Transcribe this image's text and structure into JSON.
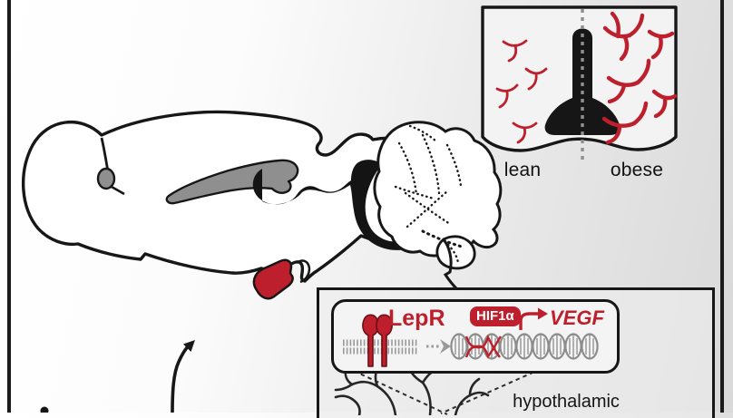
{
  "figure": {
    "type": "scientific-diagram",
    "subject": "mouse brain sagittal section with hypothalamic leptin signaling pathway"
  },
  "top_inset": {
    "left_label": "lean",
    "right_label": "obese"
  },
  "pathway": {
    "receptor_label": "LepR",
    "transcription_factor_label": "HIF1α",
    "target_gene_label": "VEGF"
  },
  "caption": {
    "bottom": "hypothalamic"
  },
  "colors": {
    "accent_red": "#bd1f2c",
    "ink": "#171717",
    "structure_gray": "#8f8f8f"
  },
  "icons": {
    "mouse-brain-icon": "sagittal brain outline drawing",
    "third-ventricle-icon": "black stem-and-bell ventricle silhouette",
    "midline-divider": "gray dashed vertical line",
    "lean-vessels-icon": "sparse thin red branched vessels",
    "obese-vessels-icon": "dense thick red branched vessels",
    "membrane-icon": "gray lipid bilayer tick band",
    "leptin-receptor-icon": "red dimer receptor shape",
    "signal-dashed-arrow-icon": "gray dashed arrow with chevron",
    "dna-helix-icon": "gray twisted helix with red strands",
    "transcription-arrow-icon": "red bent promoter arrow",
    "hypothalamus-highlight": "red ventral brain region",
    "up-arrow-icon": "curved black arrow pointing to hypothalamus",
    "vasculature-icon": "dark branched vessel sketch"
  }
}
